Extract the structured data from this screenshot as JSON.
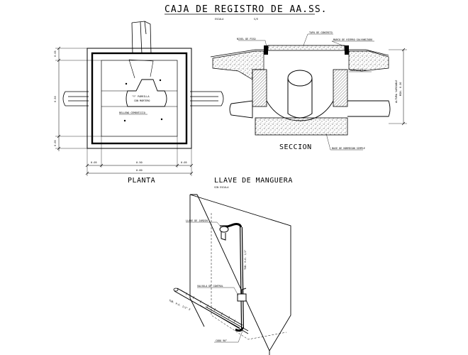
{
  "title": "CAJA DE REGISTRO DE AA.SS.",
  "title_scale": "ESCALA",
  "title_scale_value": "S/E",
  "plan": {
    "label": "PLANTA",
    "callout_pipe_fitting": "\"Y\" PARRILLA",
    "callout_pipe_fitting_2": "CON MORTERO",
    "callout_fill": "RELLENO CEMENTICIO",
    "dim_left_top": "0.05",
    "dim_left_mid": "0.50",
    "dim_left_bottom": "0.05",
    "dim_bottom_left": "0.05",
    "dim_bottom_mid": "0.50",
    "dim_bottom_right": "0.05",
    "dim_bottom_total": "0.60"
  },
  "section": {
    "label": "SECCION",
    "callout_floor": "NIVEL DE PISO",
    "callout_lid": "TAPA DE CONCRETO",
    "callout_frame": "MARCO DE HIERRO GALVANIZADO",
    "callout_masonry": "MAMPOSTERIA",
    "callout_base": "BASE DE HORMIGON SIMPLE",
    "side_height_1": "ALTURA VARIABLE",
    "side_height_2": "MIN. 0.30"
  },
  "hose": {
    "title": "LLAVE DE MANGUERA",
    "scale": "SIN ESCALA",
    "callout_faucet": "LLAVE DE JARDIN",
    "callout_valve": "VALVULA DE CONTROL",
    "callout_riser": "TUB. H.G. 1/2\"",
    "callout_supply": "TUB. H.G. 1/2\" E",
    "callout_elbow": "CODO 90°"
  },
  "colors": {
    "ink": "#000000",
    "background": "#ffffff"
  }
}
